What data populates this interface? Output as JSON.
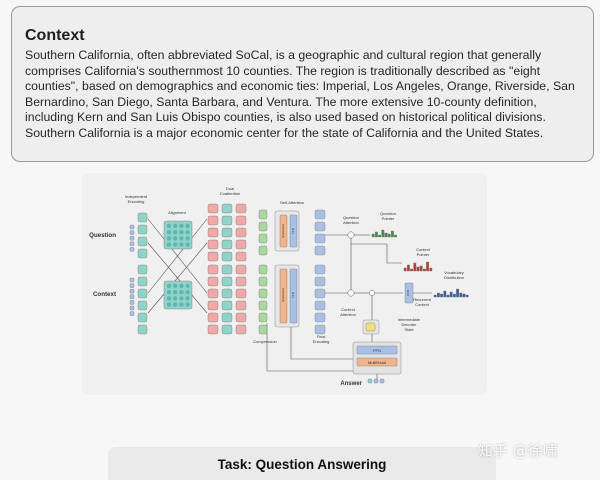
{
  "context": {
    "title": "Context",
    "body": "Southern California, often abbreviated SoCal, is a geographic and cultural region that generally comprises California's southernmost 10 counties. The region is traditionally described as \"eight counties\", based on demographics and economic ties: Imperial, Los Angeles, Orange, Riverside, San Bernardino, San Diego, Santa Barbara, and Ventura. The more extensive 10-county definition, including Kern and San Luis Obispo counties, is also used based on historical political divisions. Southern California is a major economic center for the state of California and the United States."
  },
  "diagram": {
    "inputs": {
      "question": "Question",
      "context": "Context",
      "answer": "Answer"
    },
    "labels": {
      "independent_encoding": [
        "Independent",
        "Encoding"
      ],
      "alignment": "Alignment",
      "dual_coattention": [
        "Dual",
        "Coattention"
      ],
      "self_attention": "Self-Attention",
      "question_attention": [
        "Question",
        "Attention"
      ],
      "question_pointer": [
        "Question",
        "Pointer"
      ],
      "context_pointer": [
        "Context",
        "Pointer"
      ],
      "vocabulary_distribution": [
        "Vocabulary",
        "Distribution"
      ],
      "recurrent_context": [
        "Recurrent",
        "Context"
      ],
      "context_attention": [
        "Context",
        "Attention"
      ],
      "intermediate_decoder_state": [
        "Intermediate",
        "Decoder",
        "State"
      ],
      "compression": "Compression",
      "final_encoding": [
        "Final",
        "Encoding"
      ],
      "ffn": "FFN",
      "multihead": "MultiHead"
    },
    "colors": {
      "teal": "#8fd3c9",
      "pink": "#f0a9a9",
      "green": "#a8d8a0",
      "blue": "#a9c0e6",
      "orange": "#f3b48c",
      "yellow": "#f2df7a",
      "pointer_green": "#3f8f46",
      "pointer_red": "#c0392b",
      "pointer_blue": "#2f5fa8"
    }
  },
  "task": {
    "title": "Task: Question Answering"
  },
  "watermark": "知乎 @徐啸"
}
